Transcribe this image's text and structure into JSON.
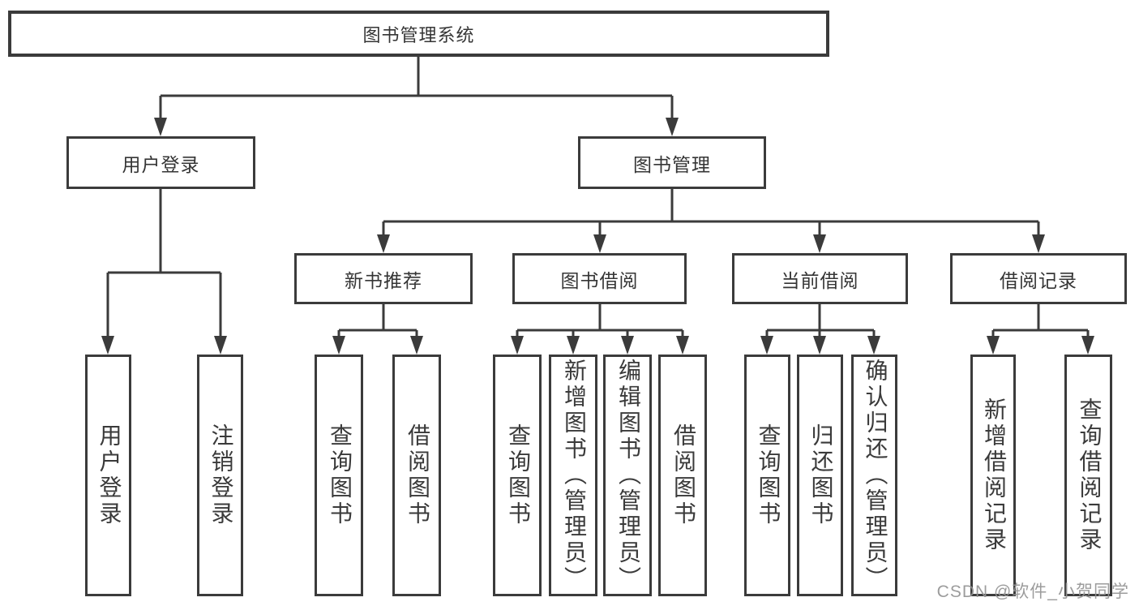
{
  "title": "图书管理系统",
  "level2": {
    "user_login": "用户登录",
    "book_mgmt": "图书管理"
  },
  "level3": {
    "new_books": "新书推荐",
    "book_borrow": "图书借阅",
    "current_borrow": "当前借阅",
    "borrow_records": "借阅记录"
  },
  "leaves": {
    "user_login": [
      "用户登录",
      "注销登录"
    ],
    "new_books": [
      "查询图书",
      "借阅图书"
    ],
    "book_borrow": [
      "查询图书",
      "新增图书（管理员）",
      "编辑图书（管理员）",
      "借阅图书"
    ],
    "current_borrow": [
      "查询图书",
      "归还图书",
      "确认归还（管理员）"
    ],
    "borrow_records": [
      "新增借阅记录",
      "查询借阅记录"
    ]
  },
  "watermark": "CSDN @软件_小贺同学",
  "colors": {
    "line": "#3b3b3b",
    "text": "#353535",
    "watermark": "#949494"
  }
}
